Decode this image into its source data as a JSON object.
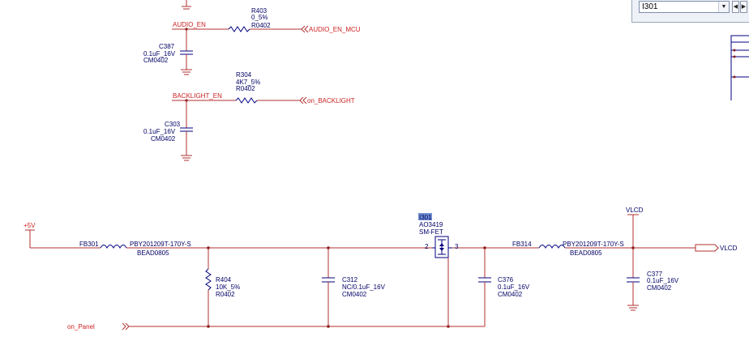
{
  "search": {
    "value": "I301",
    "dropdown_icon": "chevron-down-icon",
    "prev_icon": "chevron-left-icon",
    "next_icon": "chevron-right-icon"
  },
  "nets": {
    "audio_en": "AUDIO_EN",
    "audio_en_mcu": "AUDIO_EN_MCU",
    "backlight_en": "BACKLIGHT_EN",
    "on_backlight": "on_BACKLIGHT",
    "p5v": "+5V",
    "on_panel": "on_Panel",
    "vlcd_top": "VLCD",
    "vlcd_port": "VLCD"
  },
  "parts": {
    "r403": {
      "ref": "R403",
      "value": "0_5%",
      "pkg": "R0402"
    },
    "c387": {
      "ref": "C387",
      "value": "0.1uF_16V",
      "pkg": "CM0402"
    },
    "r304": {
      "ref": "R304",
      "value": "4K7_5%",
      "pkg": "R0402"
    },
    "c303": {
      "ref": "C303",
      "value": "0.1uF_16V",
      "pkg": "CM0402"
    },
    "fb301": {
      "ref": "FB301",
      "value": "PBY201209T-170Y-S",
      "pkg": "BEAD0805"
    },
    "r404": {
      "ref": "R404",
      "value": "10K_5%",
      "pkg": "R0402"
    },
    "c312": {
      "ref": "C312",
      "value": "NC/0.1uF_16V",
      "pkg": "CM0402"
    },
    "i301": {
      "ref": "I301",
      "value": "AO3419",
      "pkg": "SM-FET",
      "pin2": "2",
      "pin3": "3"
    },
    "c376": {
      "ref": "C376",
      "value": "0.1uF_16V",
      "pkg": "CM0402"
    },
    "fb314": {
      "ref": "FB314",
      "value": "PBY201209T-170Y-S",
      "pkg": "BEAD0805"
    },
    "c377": {
      "ref": "C377",
      "value": "0.1uF_16V",
      "pkg": "CM0402"
    }
  },
  "colors": {
    "wire": "#b03030",
    "net_label": "#cc2222",
    "part_text": "#000066",
    "highlight": "#6f8fcf"
  }
}
